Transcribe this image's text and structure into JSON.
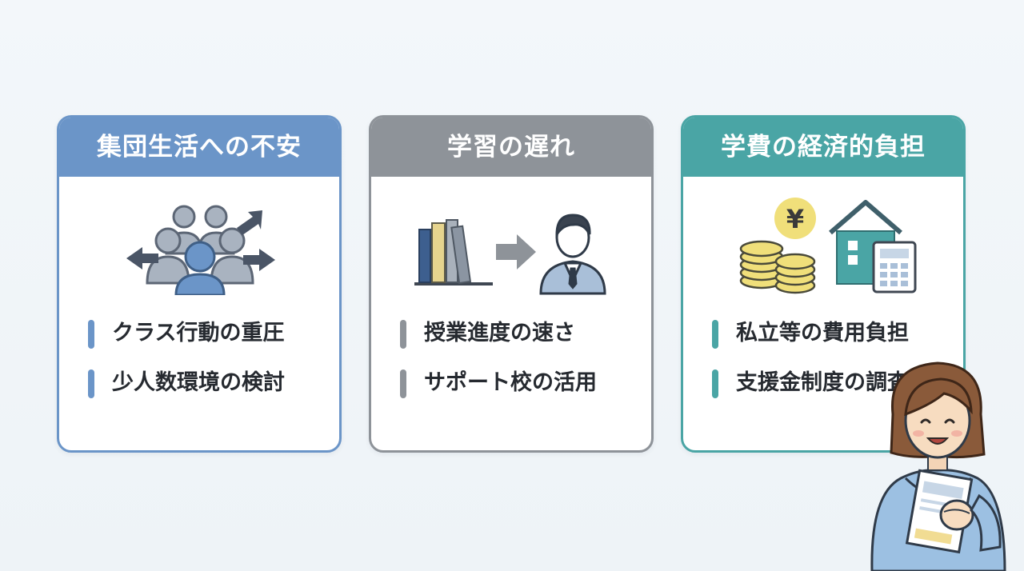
{
  "cards": [
    {
      "title": "集団生活への不安",
      "color": "#6b95c8",
      "icon": "group-people-arrows-icon",
      "items": [
        "クラス行動の重圧",
        "少人数環境の検討"
      ]
    },
    {
      "title": "学習の遅れ",
      "color": "#8e9399",
      "icon": "books-to-businessman-icon",
      "items": [
        "授業進度の速さ",
        "サポート校の活用"
      ]
    },
    {
      "title": "学費の経済的負担",
      "color": "#4aa5a5",
      "icon": "yen-coins-house-calculator-icon",
      "items": [
        "私立等の費用負担",
        "支援金制度の調査"
      ]
    }
  ],
  "yen_symbol": "¥"
}
